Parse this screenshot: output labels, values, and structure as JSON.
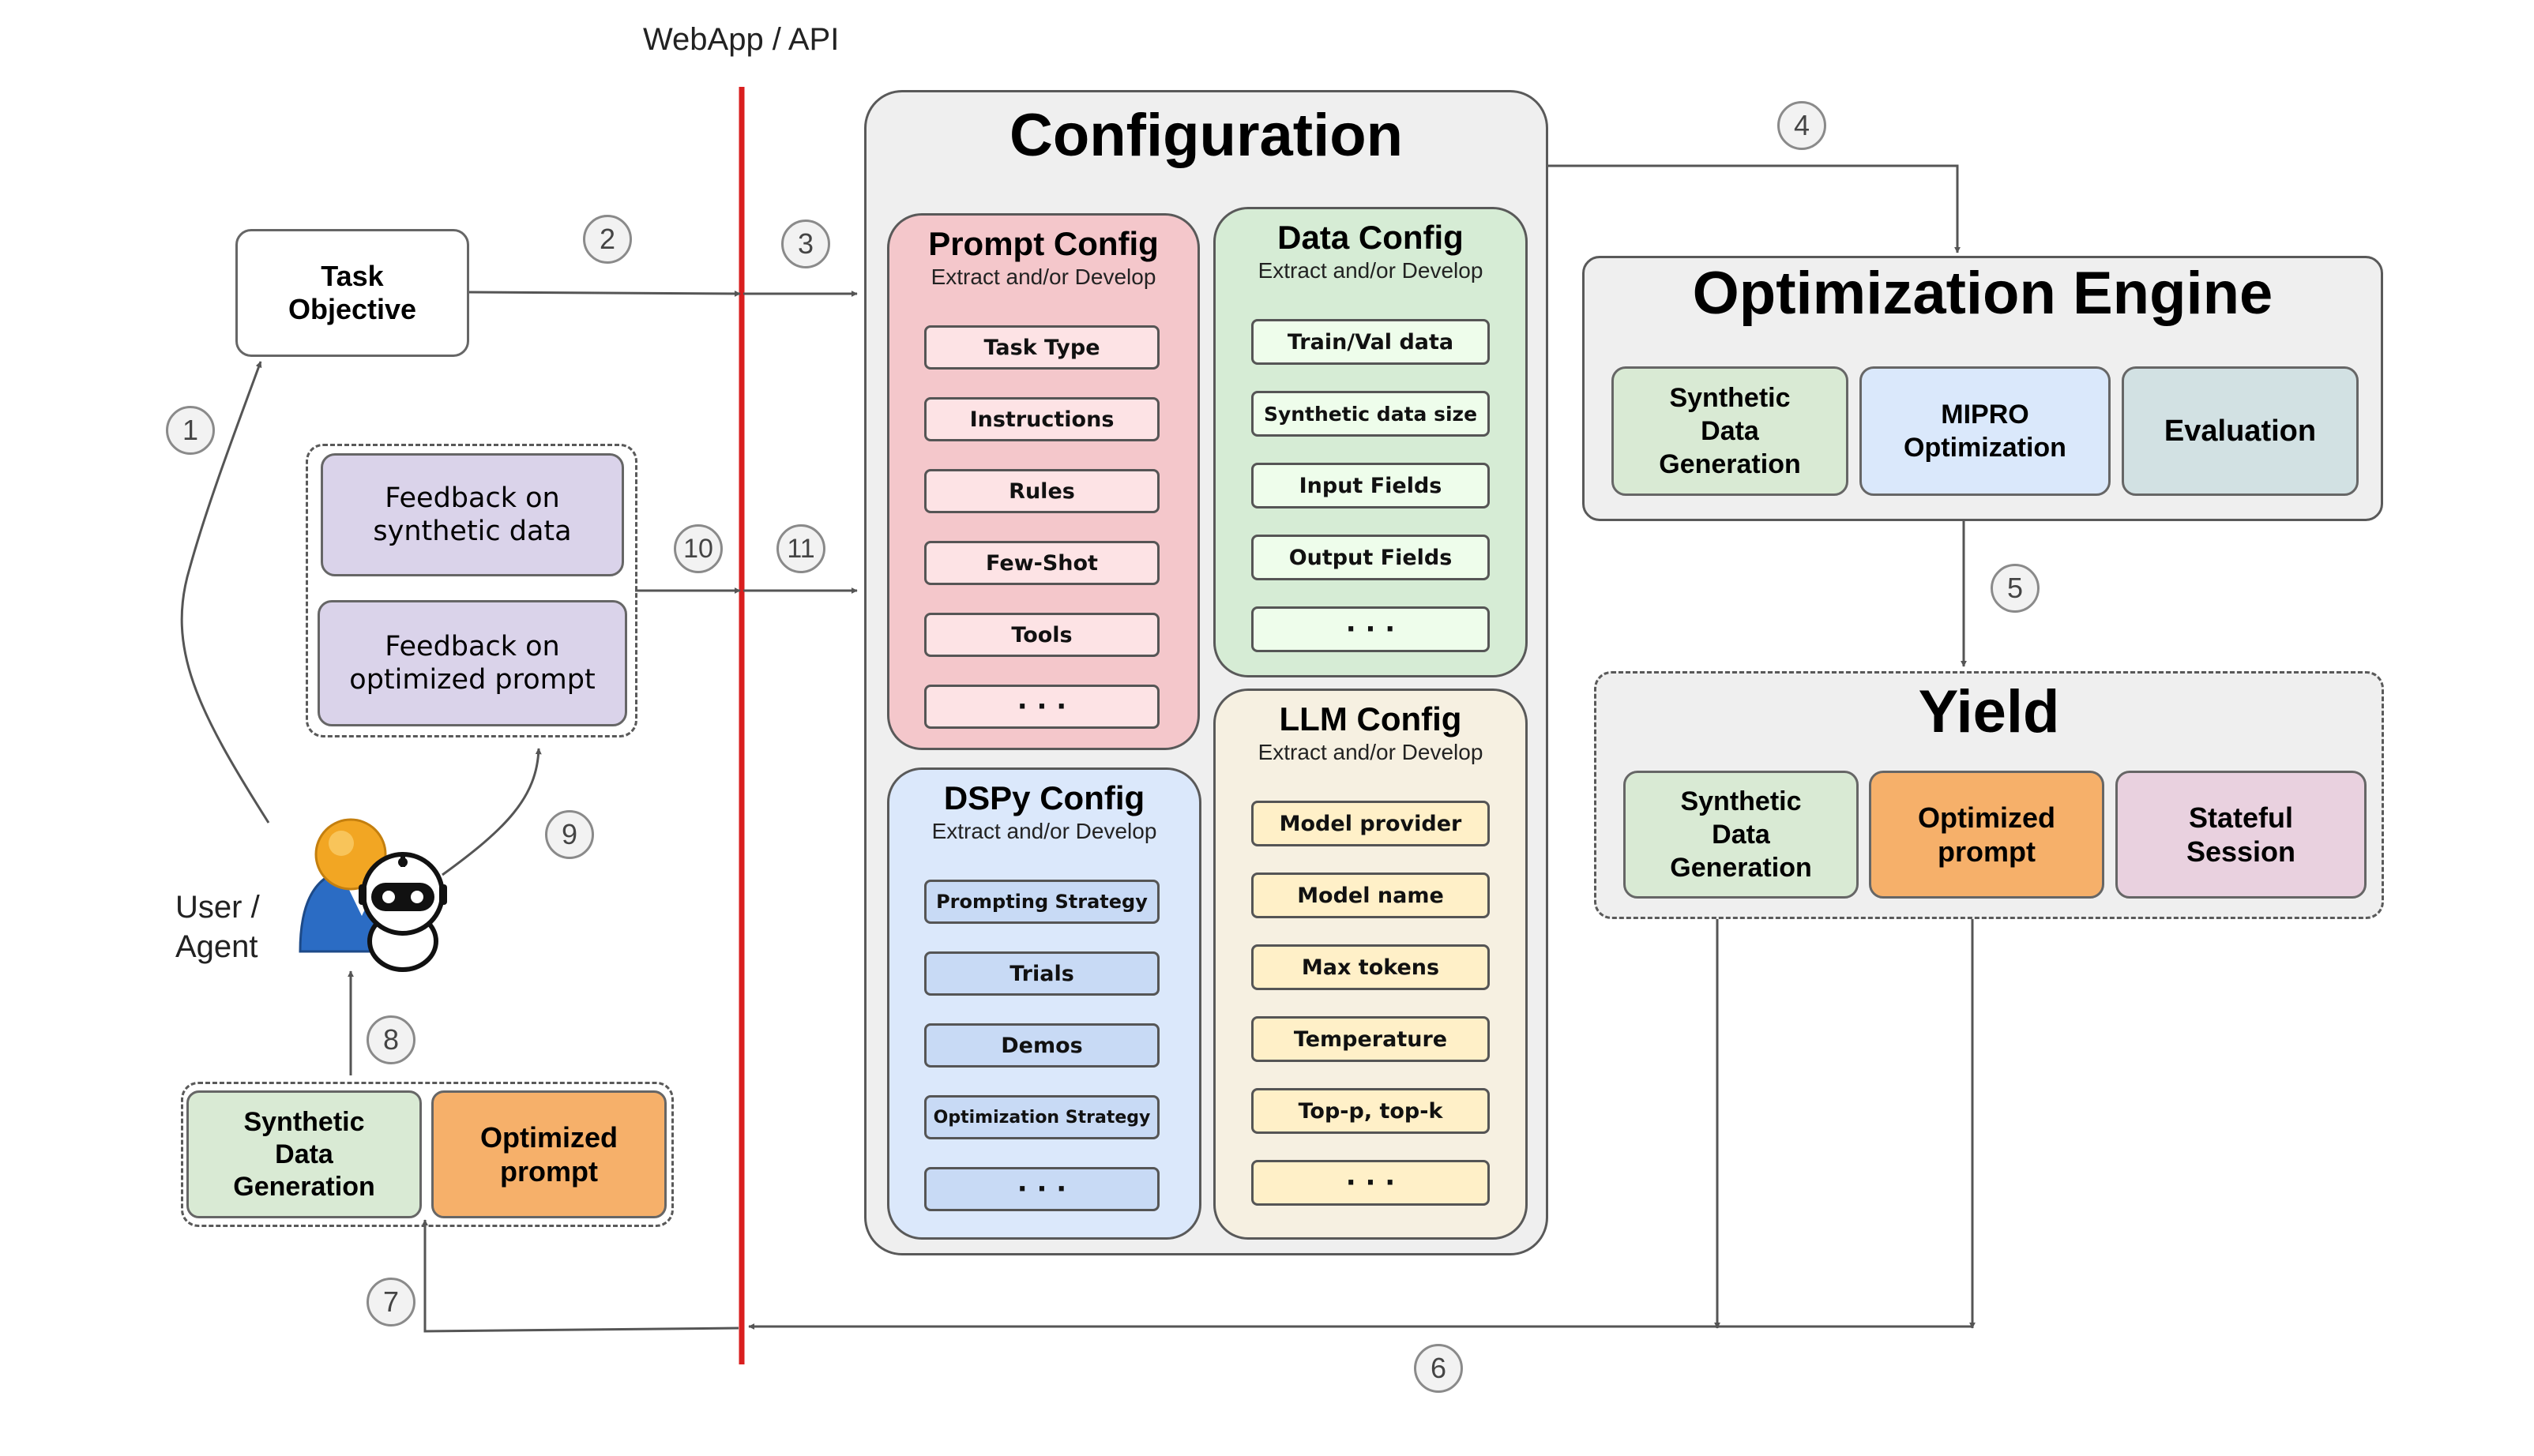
{
  "header": {
    "webapp_label": "WebApp / API"
  },
  "task_objective": "Task\nObjective",
  "feedback": {
    "synthetic": "Feedback on\nsynthetic data",
    "prompt": "Feedback on\noptimized prompt"
  },
  "user_agent": "User /\nAgent",
  "left_outputs": {
    "synthetic": "Synthetic\nData\nGeneration",
    "prompt": "Optimized\nprompt"
  },
  "configuration": {
    "title": "Configuration",
    "prompt_config": {
      "title": "Prompt Config",
      "subtitle": "Extract and/or Develop",
      "fields": [
        "Task Type",
        "Instructions",
        "Rules",
        "Few-Shot",
        "Tools",
        "· · ·"
      ]
    },
    "data_config": {
      "title": "Data Config",
      "subtitle": "Extract and/or Develop",
      "fields": [
        "Train/Val data",
        "Synthetic data size",
        "Input Fields",
        "Output Fields",
        "· · ·"
      ]
    },
    "dspy_config": {
      "title": "DSPy Config",
      "subtitle": "Extract and/or Develop",
      "fields": [
        "Prompting Strategy",
        "Trials",
        "Demos",
        "Optimization Strategy",
        "· · ·"
      ]
    },
    "llm_config": {
      "title": "LLM Config",
      "subtitle": "Extract and/or Develop",
      "fields": [
        "Model provider",
        "Model name",
        "Max tokens",
        "Temperature",
        "Top-p, top-k",
        "· · ·"
      ]
    }
  },
  "optimization_engine": {
    "title": "Optimization Engine",
    "items": [
      "Synthetic\nData\nGeneration",
      "MIPRO\nOptimization",
      "Evaluation"
    ]
  },
  "yield": {
    "title": "Yield",
    "items": [
      "Synthetic\nData\nGeneration",
      "Optimized\nprompt",
      "Stateful\nSession"
    ]
  },
  "steps": [
    "1",
    "2",
    "3",
    "4",
    "5",
    "6",
    "7",
    "8",
    "9",
    "10",
    "11"
  ],
  "colors": {
    "api_line": "#d91f1f",
    "config_bg": "#efefef",
    "prompt_panel": "#f4c7cb",
    "prompt_field": "#fde3e5",
    "data_panel": "#d6ecd5",
    "data_field": "#eefdeb",
    "dspy_panel": "#dbe8fb",
    "dspy_field": "#c8daf5",
    "llm_panel": "#f6f0e1",
    "llm_field": "#fff0c8",
    "feedback": "#dad3ea",
    "synthetic": "#d9ead4",
    "optimized": "#f6b06a",
    "mipro": "#dae8fb",
    "evaluation": "#d2e1e3",
    "stateful": "#e9d1df"
  }
}
